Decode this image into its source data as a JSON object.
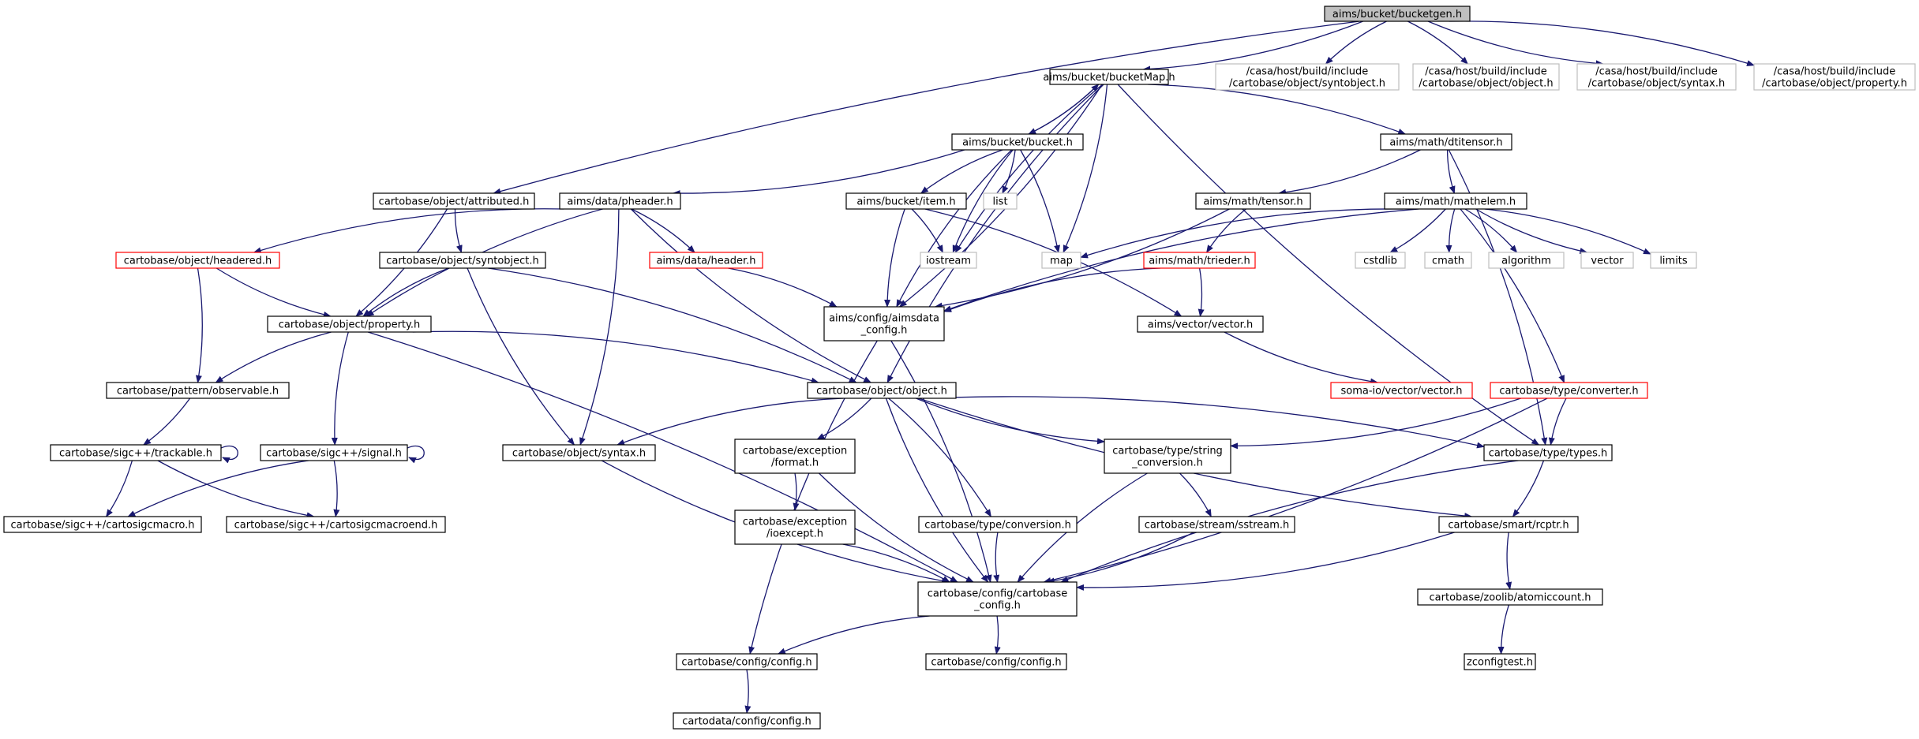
{
  "title": "aims/bucket/bucketgen.h",
  "colors": {
    "edge": "#191970",
    "default_border": "#000000",
    "truncated_border": "#ff0000",
    "external_border": "#bfbfbf",
    "focus_fill": "#bfbfbf"
  },
  "nodes": [
    {
      "id": "n_bucketgen",
      "lines": [
        "aims/bucket/bucketgen.h"
      ],
      "style": "focus"
    },
    {
      "id": "n_bucketMap",
      "lines": [
        "aims/bucket/bucketMap.h"
      ],
      "style": "normal"
    },
    {
      "id": "n_ext_syntobject",
      "lines": [
        "/casa/host/build/include",
        "/cartobase/object/syntobject.h"
      ],
      "style": "grey"
    },
    {
      "id": "n_ext_object",
      "lines": [
        "/casa/host/build/include",
        "/cartobase/object/object.h"
      ],
      "style": "grey"
    },
    {
      "id": "n_ext_syntax",
      "lines": [
        "/casa/host/build/include",
        "/cartobase/object/syntax.h"
      ],
      "style": "grey"
    },
    {
      "id": "n_ext_property",
      "lines": [
        "/casa/host/build/include",
        "/cartobase/object/property.h"
      ],
      "style": "grey"
    },
    {
      "id": "n_bucket",
      "lines": [
        "aims/bucket/bucket.h"
      ],
      "style": "normal"
    },
    {
      "id": "n_dtitensor",
      "lines": [
        "aims/math/dtitensor.h"
      ],
      "style": "normal"
    },
    {
      "id": "n_attributed",
      "lines": [
        "cartobase/object/attributed.h"
      ],
      "style": "normal"
    },
    {
      "id": "n_pheader",
      "lines": [
        "aims/data/pheader.h"
      ],
      "style": "normal"
    },
    {
      "id": "n_item",
      "lines": [
        "aims/bucket/item.h"
      ],
      "style": "normal"
    },
    {
      "id": "n_list",
      "lines": [
        "list"
      ],
      "style": "grey"
    },
    {
      "id": "n_tensor",
      "lines": [
        "aims/math/tensor.h"
      ],
      "style": "normal"
    },
    {
      "id": "n_mathelem",
      "lines": [
        "aims/math/mathelem.h"
      ],
      "style": "normal"
    },
    {
      "id": "n_headered",
      "lines": [
        "cartobase/object/headered.h"
      ],
      "style": "red"
    },
    {
      "id": "n_syntobject",
      "lines": [
        "cartobase/object/syntobject.h"
      ],
      "style": "normal"
    },
    {
      "id": "n_header",
      "lines": [
        "aims/data/header.h"
      ],
      "style": "red"
    },
    {
      "id": "n_iostream",
      "lines": [
        "iostream"
      ],
      "style": "grey"
    },
    {
      "id": "n_map",
      "lines": [
        "map"
      ],
      "style": "grey"
    },
    {
      "id": "n_trieder",
      "lines": [
        "aims/math/trieder.h"
      ],
      "style": "red"
    },
    {
      "id": "n_cstdlib",
      "lines": [
        "cstdlib"
      ],
      "style": "grey"
    },
    {
      "id": "n_cmath",
      "lines": [
        "cmath"
      ],
      "style": "grey"
    },
    {
      "id": "n_algorithm",
      "lines": [
        "algorithm"
      ],
      "style": "grey"
    },
    {
      "id": "n_vector",
      "lines": [
        "vector"
      ],
      "style": "grey"
    },
    {
      "id": "n_limits",
      "lines": [
        "limits"
      ],
      "style": "grey"
    },
    {
      "id": "n_property",
      "lines": [
        "cartobase/object/property.h"
      ],
      "style": "normal"
    },
    {
      "id": "n_aimsdata_config",
      "lines": [
        "aims/config/aimsdata",
        "_config.h"
      ],
      "style": "normal"
    },
    {
      "id": "n_aimsvector",
      "lines": [
        "aims/vector/vector.h"
      ],
      "style": "normal"
    },
    {
      "id": "n_observable",
      "lines": [
        "cartobase/pattern/observable.h"
      ],
      "style": "normal"
    },
    {
      "id": "n_object",
      "lines": [
        "cartobase/object/object.h"
      ],
      "style": "normal"
    },
    {
      "id": "n_somaio_vector",
      "lines": [
        "soma-io/vector/vector.h"
      ],
      "style": "red"
    },
    {
      "id": "n_converter",
      "lines": [
        "cartobase/type/converter.h"
      ],
      "style": "red"
    },
    {
      "id": "n_trackable",
      "lines": [
        "cartobase/sigc++/trackable.h"
      ],
      "style": "normal"
    },
    {
      "id": "n_signal",
      "lines": [
        "cartobase/sigc++/signal.h"
      ],
      "style": "normal"
    },
    {
      "id": "n_syntax",
      "lines": [
        "cartobase/object/syntax.h"
      ],
      "style": "normal"
    },
    {
      "id": "n_exc_format",
      "lines": [
        "cartobase/exception",
        "/format.h"
      ],
      "style": "normal"
    },
    {
      "id": "n_string_conversion",
      "lines": [
        "cartobase/type/string",
        "_conversion.h"
      ],
      "style": "normal"
    },
    {
      "id": "n_types",
      "lines": [
        "cartobase/type/types.h"
      ],
      "style": "normal"
    },
    {
      "id": "n_cartosigcmacro",
      "lines": [
        "cartobase/sigc++/cartosigcmacro.h"
      ],
      "style": "normal"
    },
    {
      "id": "n_cartosigcmacroend",
      "lines": [
        "cartobase/sigc++/cartosigcmacroend.h"
      ],
      "style": "normal"
    },
    {
      "id": "n_ioexcept",
      "lines": [
        "cartobase/exception",
        "/ioexcept.h"
      ],
      "style": "normal"
    },
    {
      "id": "n_conversion",
      "lines": [
        "cartobase/type/conversion.h"
      ],
      "style": "normal"
    },
    {
      "id": "n_sstream",
      "lines": [
        "cartobase/stream/sstream.h"
      ],
      "style": "normal"
    },
    {
      "id": "n_rcptr",
      "lines": [
        "cartobase/smart/rcptr.h"
      ],
      "style": "normal"
    },
    {
      "id": "n_cartobase_config",
      "lines": [
        "cartobase/config/cartobase",
        "_config.h"
      ],
      "style": "normal"
    },
    {
      "id": "n_atomiccount",
      "lines": [
        "cartobase/zoolib/atomiccount.h"
      ],
      "style": "normal"
    },
    {
      "id": "n_config_a",
      "lines": [
        "cartobase/config/config.h"
      ],
      "style": "normal"
    },
    {
      "id": "n_config_b",
      "lines": [
        "cartobase/config/config.h"
      ],
      "style": "normal"
    },
    {
      "id": "n_zconfigtest",
      "lines": [
        "zconfigtest.h"
      ],
      "style": "normal"
    },
    {
      "id": "n_cartodata_config",
      "lines": [
        "cartodata/config/config.h"
      ],
      "style": "normal"
    }
  ],
  "edges": [
    [
      "n_bucketgen",
      "n_bucketMap"
    ],
    [
      "n_bucketgen",
      "n_ext_syntobject"
    ],
    [
      "n_bucketgen",
      "n_ext_object"
    ],
    [
      "n_bucketgen",
      "n_ext_syntax"
    ],
    [
      "n_bucketgen",
      "n_ext_property"
    ],
    [
      "n_bucketgen",
      "n_attributed"
    ],
    [
      "n_bucketMap",
      "n_bucket"
    ],
    [
      "n_bucket",
      "n_bucketMap"
    ],
    [
      "n_bucketMap",
      "n_dtitensor"
    ],
    [
      "n_bucketMap",
      "n_types"
    ],
    [
      "n_bucketMap",
      "n_map"
    ],
    [
      "n_bucketMap",
      "n_iostream"
    ],
    [
      "n_bucketMap",
      "n_aimsdata_config"
    ],
    [
      "n_bucketMap",
      "n_object"
    ],
    [
      "n_bucket",
      "n_pheader"
    ],
    [
      "n_bucket",
      "n_item"
    ],
    [
      "n_bucket",
      "n_list"
    ],
    [
      "n_bucket",
      "n_iostream"
    ],
    [
      "n_bucket",
      "n_map"
    ],
    [
      "n_bucket",
      "n_aimsdata_config"
    ],
    [
      "n_dtitensor",
      "n_tensor"
    ],
    [
      "n_dtitensor",
      "n_mathelem"
    ],
    [
      "n_dtitensor",
      "n_types"
    ],
    [
      "n_attributed",
      "n_syntobject"
    ],
    [
      "n_attributed",
      "n_property"
    ],
    [
      "n_pheader",
      "n_headered"
    ],
    [
      "n_pheader",
      "n_header"
    ],
    [
      "n_pheader",
      "n_property"
    ],
    [
      "n_pheader",
      "n_syntax"
    ],
    [
      "n_pheader",
      "n_object"
    ],
    [
      "n_item",
      "n_iostream"
    ],
    [
      "n_item",
      "n_aimsdata_config"
    ],
    [
      "n_item",
      "n_aimsvector"
    ],
    [
      "n_tensor",
      "n_trieder"
    ],
    [
      "n_tensor",
      "n_aimsdata_config"
    ],
    [
      "n_mathelem",
      "n_map"
    ],
    [
      "n_mathelem",
      "n_cstdlib"
    ],
    [
      "n_mathelem",
      "n_cmath"
    ],
    [
      "n_mathelem",
      "n_algorithm"
    ],
    [
      "n_mathelem",
      "n_vector"
    ],
    [
      "n_mathelem",
      "n_limits"
    ],
    [
      "n_mathelem",
      "n_aimsdata_config"
    ],
    [
      "n_mathelem",
      "n_converter"
    ],
    [
      "n_headered",
      "n_property"
    ],
    [
      "n_headered",
      "n_observable"
    ],
    [
      "n_syntobject",
      "n_property"
    ],
    [
      "n_syntobject",
      "n_object"
    ],
    [
      "n_syntobject",
      "n_syntax"
    ],
    [
      "n_header",
      "n_aimsdata_config"
    ],
    [
      "n_trieder",
      "n_aimsdata_config"
    ],
    [
      "n_trieder",
      "n_aimsvector"
    ],
    [
      "n_property",
      "n_observable"
    ],
    [
      "n_property",
      "n_object"
    ],
    [
      "n_property",
      "n_signal"
    ],
    [
      "n_property",
      "n_cartobase_config"
    ],
    [
      "n_aimsdata_config",
      "n_config_a"
    ],
    [
      "n_aimsdata_config",
      "n_cartobase_config"
    ],
    [
      "n_aimsvector",
      "n_somaio_vector"
    ],
    [
      "n_observable",
      "n_trackable"
    ],
    [
      "n_object",
      "n_syntax"
    ],
    [
      "n_object",
      "n_exc_format"
    ],
    [
      "n_object",
      "n_string_conversion"
    ],
    [
      "n_object",
      "n_types"
    ],
    [
      "n_object",
      "n_rcptr"
    ],
    [
      "n_object",
      "n_conversion"
    ],
    [
      "n_object",
      "n_cartobase_config"
    ],
    [
      "n_converter",
      "n_string_conversion"
    ],
    [
      "n_converter",
      "n_types"
    ],
    [
      "n_converter",
      "n_cartobase_config"
    ],
    [
      "n_trackable",
      "n_trackable"
    ],
    [
      "n_trackable",
      "n_cartosigcmacro"
    ],
    [
      "n_trackable",
      "n_cartosigcmacroend"
    ],
    [
      "n_signal",
      "n_signal"
    ],
    [
      "n_signal",
      "n_cartosigcmacro"
    ],
    [
      "n_signal",
      "n_cartosigcmacroend"
    ],
    [
      "n_syntax",
      "n_cartobase_config"
    ],
    [
      "n_exc_format",
      "n_ioexcept"
    ],
    [
      "n_exc_format",
      "n_cartobase_config"
    ],
    [
      "n_string_conversion",
      "n_sstream"
    ],
    [
      "n_string_conversion",
      "n_cartobase_config"
    ],
    [
      "n_types",
      "n_rcptr"
    ],
    [
      "n_types",
      "n_cartobase_config"
    ],
    [
      "n_ioexcept",
      "n_cartobase_config"
    ],
    [
      "n_conversion",
      "n_cartobase_config"
    ],
    [
      "n_sstream",
      "n_cartobase_config"
    ],
    [
      "n_rcptr",
      "n_atomiccount"
    ],
    [
      "n_rcptr",
      "n_cartobase_config"
    ],
    [
      "n_cartobase_config",
      "n_config_a"
    ],
    [
      "n_cartobase_config",
      "n_config_b"
    ],
    [
      "n_atomiccount",
      "n_zconfigtest"
    ],
    [
      "n_config_a",
      "n_cartodata_config"
    ]
  ]
}
